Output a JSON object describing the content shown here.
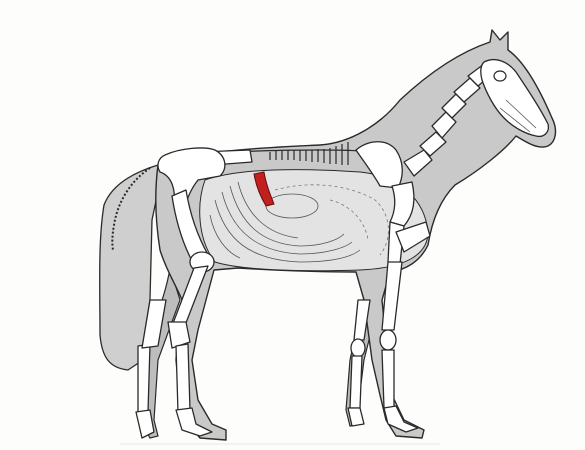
{
  "figure": {
    "colors": {
      "background": "#fdfdfc",
      "silhouette": "#c9c9c9",
      "outline": "#2a2a2a",
      "skeleton": "#ffffff",
      "viscera": "#e3e3e3",
      "highlight": "#c0201e"
    },
    "parts": [
      "horse-silhouette",
      "skeleton",
      "abdominal-viscera",
      "highlighted-structure"
    ]
  }
}
